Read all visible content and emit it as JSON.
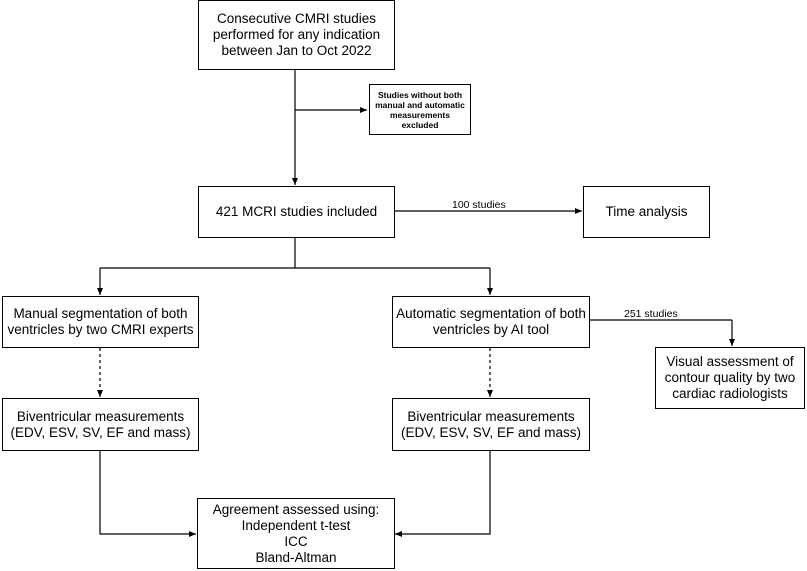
{
  "nodes": {
    "consecutive": {
      "lines": [
        "Consecutive CMRI studies",
        "performed for any indication",
        "between Jan to Oct 2022"
      ]
    },
    "excluded": {
      "lines": [
        "Studies without both",
        "manual and automatic",
        "measurements",
        "excluded"
      ]
    },
    "included": {
      "lines": [
        "421 MCRI studies included"
      ]
    },
    "time_analysis": {
      "lines": [
        "Time analysis"
      ]
    },
    "manual_seg": {
      "lines": [
        "Manual segmentation of both",
        "ventricles by two CMRI experts"
      ]
    },
    "auto_seg": {
      "lines": [
        "Automatic segmentation of both",
        "ventricles by AI tool"
      ]
    },
    "visual_assessment": {
      "lines": [
        "Visual assessment of",
        "contour quality by two",
        "cardiac radiologists"
      ]
    },
    "bv_manual": {
      "lines": [
        "Biventricular measurements",
        "(EDV, ESV, SV, EF and mass)"
      ]
    },
    "bv_auto": {
      "lines": [
        "Biventricular measurements",
        "(EDV, ESV, SV, EF and mass)"
      ]
    },
    "agreement": {
      "lines": [
        "Agreement assessed using:",
        "Independent t-test",
        "ICC",
        "Bland-Altman"
      ]
    }
  },
  "edge_labels": {
    "time_studies": "100 studies",
    "visual_studies": "251 studies"
  }
}
